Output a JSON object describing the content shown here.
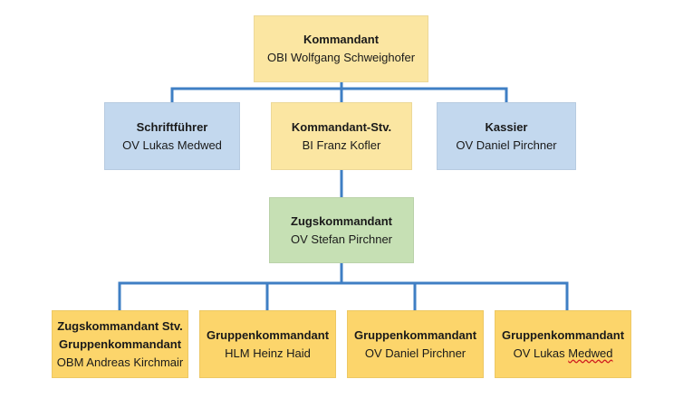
{
  "colors": {
    "connector": "#3f7fc4",
    "top_box": "#fbe6a2",
    "side_box": "#c3d8ee",
    "middle_box": "#c6e0b4",
    "bottom_box": "#fcd56b"
  },
  "kommandant": {
    "title": "Kommandant",
    "name": "OBI Wolfgang Schweighofer"
  },
  "schriftfuehrer": {
    "title": "Schriftführer",
    "name": "OV Lukas Medwed"
  },
  "stellvertreter": {
    "title": "Kommandant-Stv.",
    "name": "BI Franz Kofler"
  },
  "kassier": {
    "title": "Kassier",
    "name": "OV Daniel Pirchner"
  },
  "zugskommandant": {
    "title": "Zugskommandant",
    "name": "OV Stefan Pirchner"
  },
  "zugskommandant_stv": {
    "title_line1": "Zugskommandant Stv.",
    "title_line2": "Gruppenkommandant",
    "name": "OBM Andreas Kirchmair"
  },
  "gruppe1": {
    "title": "Gruppenkommandant",
    "name": "HLM Heinz Haid"
  },
  "gruppe2": {
    "title": "Gruppenkommandant",
    "name": "OV Daniel Pirchner"
  },
  "gruppe3": {
    "title": "Gruppenkommandant",
    "name_prefix": "OV Lukas ",
    "name_marked": "Medwed"
  }
}
